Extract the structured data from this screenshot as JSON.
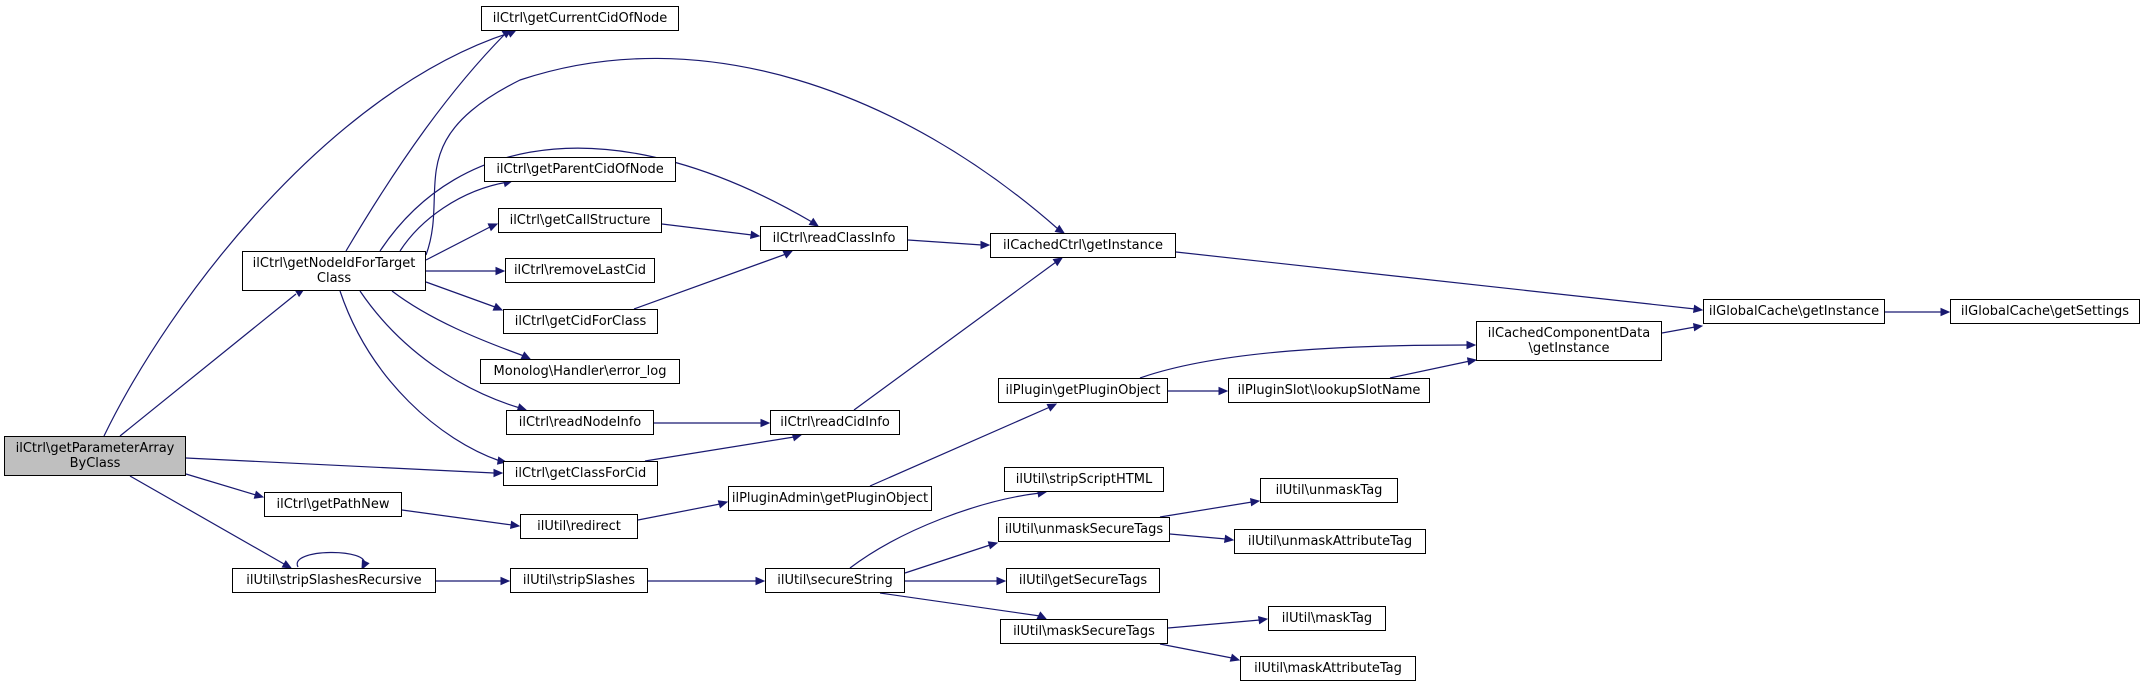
{
  "colors": {
    "edge": "#191970",
    "focus_fill": "#bfbfbf",
    "node_fill": "#ffffff",
    "border": "#000000"
  },
  "nodes": {
    "root": "ilCtrl\\getParameterArray\nByClass",
    "getCurrentCidOfNode": "ilCtrl\\getCurrentCidOfNode",
    "getNodeIdForTargetClass": "ilCtrl\\getNodeIdForTarget\nClass",
    "getParentCidOfNode": "ilCtrl\\getParentCidOfNode",
    "getCallStructure": "ilCtrl\\getCallStructure",
    "readClassInfo": "ilCtrl\\readClassInfo",
    "removeLastCid": "ilCtrl\\removeLastCid",
    "getCidForClass": "ilCtrl\\getCidForClass",
    "errorLog": "Monolog\\Handler\\error_log",
    "readNodeInfo": "ilCtrl\\readNodeInfo",
    "readCidInfo": "ilCtrl\\readCidInfo",
    "getClassForCid": "ilCtrl\\getClassForCid",
    "getPathNew": "ilCtrl\\getPathNew",
    "redirect": "ilUtil\\redirect",
    "stripSlashesRecursive": "ilUtil\\stripSlashesRecursive",
    "stripSlashes": "ilUtil\\stripSlashes",
    "cachedCtrlGetInstance": "ilCachedCtrl\\getInstance",
    "globalCacheGetInstance": "ilGlobalCache\\getInstance",
    "globalCacheGetSettings": "ilGlobalCache\\getSettings",
    "cachedComponentDataGetInstance": "ilCachedComponentData\n\\getInstance",
    "pluginGetPluginObject": "ilPlugin\\getPluginObject",
    "lookupSlotName": "ilPluginSlot\\lookupSlotName",
    "pluginAdminGetPluginObject": "ilPluginAdmin\\getPluginObject",
    "secureString": "ilUtil\\secureString",
    "stripScriptHTML": "ilUtil\\stripScriptHTML",
    "unmaskSecureTags": "ilUtil\\unmaskSecureTags",
    "unmaskTag": "ilUtil\\unmaskTag",
    "unmaskAttributeTag": "ilUtil\\unmaskAttributeTag",
    "getSecureTags": "ilUtil\\getSecureTags",
    "maskSecureTags": "ilUtil\\maskSecureTags",
    "maskTag": "ilUtil\\maskTag",
    "maskAttributeTag": "ilUtil\\maskAttributeTag"
  }
}
